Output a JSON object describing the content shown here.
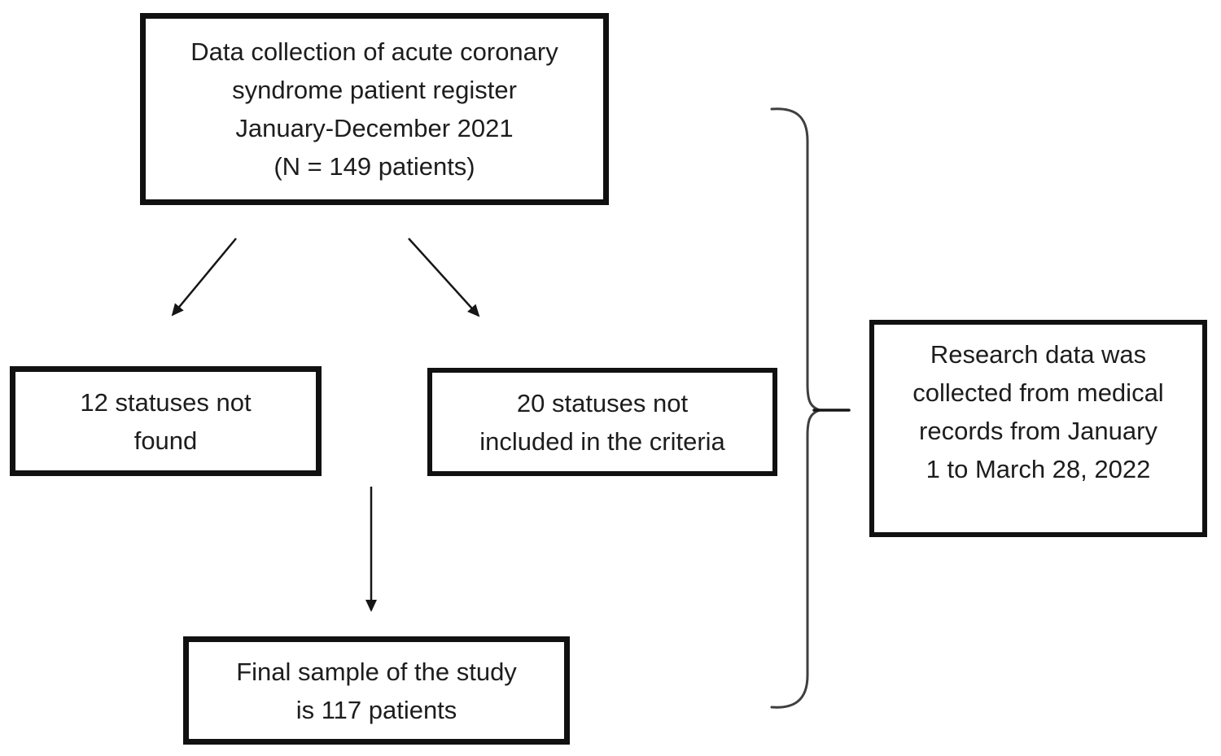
{
  "diagram": {
    "type": "flowchart",
    "colors": {
      "background": "#ffffff",
      "box_border": "#111111",
      "text": "#1d1d1d",
      "arrow": "#161616",
      "brace": "#3f3f3f"
    },
    "nodes": {
      "source": {
        "lines": [
          "Data collection of acute coronary",
          "syndrome patient register",
          "January-December 2021",
          "(N = 149 patients)"
        ],
        "n_patients": 149
      },
      "not_found": {
        "lines": [
          "12 statuses not",
          "found"
        ],
        "n_patients": 12
      },
      "not_included": {
        "lines": [
          "20 statuses not",
          "included in the criteria"
        ],
        "n_patients": 20
      },
      "final": {
        "lines": [
          "Final sample of the study",
          "is 117 patients"
        ],
        "n_patients": 117
      },
      "note": {
        "lines": [
          "Research data was",
          "collected from medical",
          "records from January",
          "1 to March 28, 2022"
        ]
      }
    },
    "edges": [
      {
        "from": "source",
        "to": "not_found",
        "style": "arrow"
      },
      {
        "from": "source",
        "to": "not_included",
        "style": "arrow"
      },
      {
        "from": "source",
        "to": "final",
        "style": "arrow"
      },
      {
        "from": "brace",
        "to": "note",
        "style": "line"
      }
    ]
  }
}
